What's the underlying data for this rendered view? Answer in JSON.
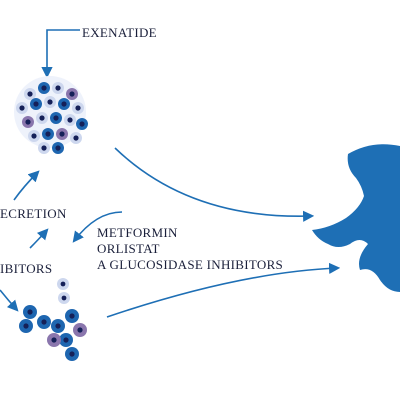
{
  "labels": {
    "exenatide": "EXENATIDE",
    "secretion": "ECRETION",
    "inhibitors_partial": "IBITORS",
    "drugs": [
      "METFORMIN",
      "ORLISTAT",
      "A GLUCOSIDASE INHIBITORS"
    ]
  },
  "colors": {
    "arrow": "#1e6fb5",
    "cell_dark": "#1e66b0",
    "cell_navy": "#152058",
    "cell_purple": "#8a76ad",
    "cell_light": "#cdd7ee",
    "target_shape": "#1e6fb5",
    "text": "#1a1f3a"
  }
}
